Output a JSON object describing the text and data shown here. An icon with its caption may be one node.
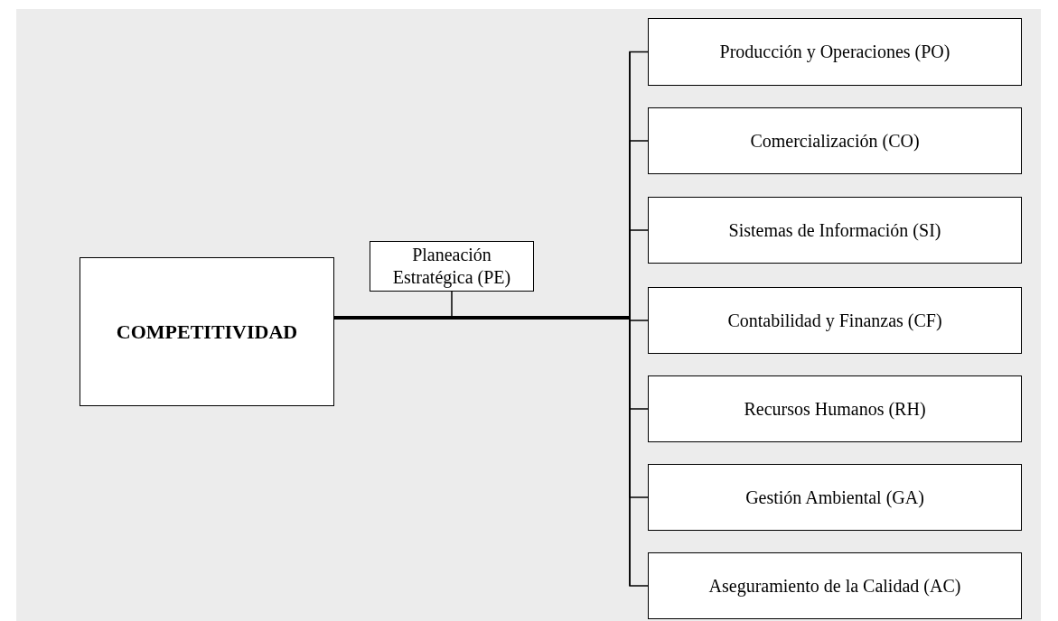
{
  "diagram": {
    "nodes": [
      {
        "text": [
          "COMPETITIVIDAD"
        ]
      },
      {
        "text": [
          "Planeación Estratégica (PE)"
        ]
      },
      {
        "text": [
          "Producción y Operaciones (PO)"
        ]
      },
      {
        "text": [
          "Comercialización (CO)"
        ]
      },
      {
        "text": [
          "Sistemas de Información (SI)"
        ]
      },
      {
        "text": [
          "Contabilidad y Finanzas (CF)"
        ]
      },
      {
        "text": [
          "Recursos Humanos (RH)"
        ]
      },
      {
        "text": [
          "Gestión Ambiental (GA)"
        ]
      },
      {
        "text": [
          "Aseguramiento de la Calidad (AC)"
        ]
      }
    ],
    "edges": [
      {
        "from": 0,
        "to": 1,
        "arrow": "none"
      },
      {
        "from": 0,
        "to": 2,
        "arrow": "none"
      },
      {
        "from": 0,
        "to": 3,
        "arrow": "none"
      },
      {
        "from": 0,
        "to": 4,
        "arrow": "none"
      },
      {
        "from": 0,
        "to": 5,
        "arrow": "none"
      },
      {
        "from": 0,
        "to": 6,
        "arrow": "none"
      },
      {
        "from": 0,
        "to": 7,
        "arrow": "none"
      },
      {
        "from": 0,
        "to": 8,
        "arrow": "none"
      }
    ]
  }
}
